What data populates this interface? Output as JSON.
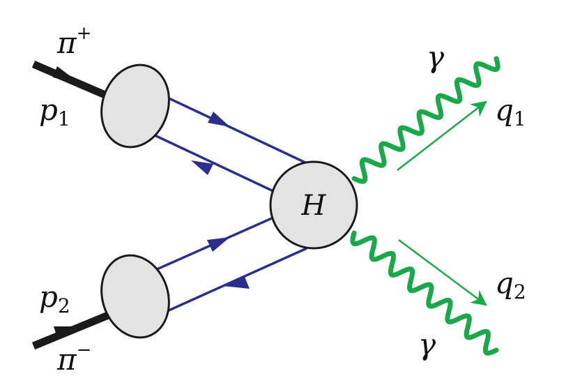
{
  "labels": {
    "pi_plus": {
      "base": "π",
      "sup": "+"
    },
    "pi_minus": {
      "base": "π",
      "sup": "−"
    },
    "p1": {
      "base": "p",
      "sub": "1"
    },
    "p2": {
      "base": "p",
      "sub": "2"
    },
    "q1": {
      "base": "q",
      "sub": "1"
    },
    "q2": {
      "base": "q",
      "sub": "2"
    },
    "gamma_top": "γ",
    "gamma_bottom": "γ",
    "hard_vertex": "H"
  },
  "colors": {
    "quark_line": "#2b2e8c",
    "photon": "#1aa84a",
    "momentum_arrow": "#1aa84a",
    "blob_fill": "#e3e3e3",
    "blob_stroke": "#1a1a1a",
    "pion_line": "#1a1a1a"
  },
  "icons": {
    "quark_arrow": "triangle-arrow-icon",
    "momentum_arrow": "open-arrow-icon"
  }
}
